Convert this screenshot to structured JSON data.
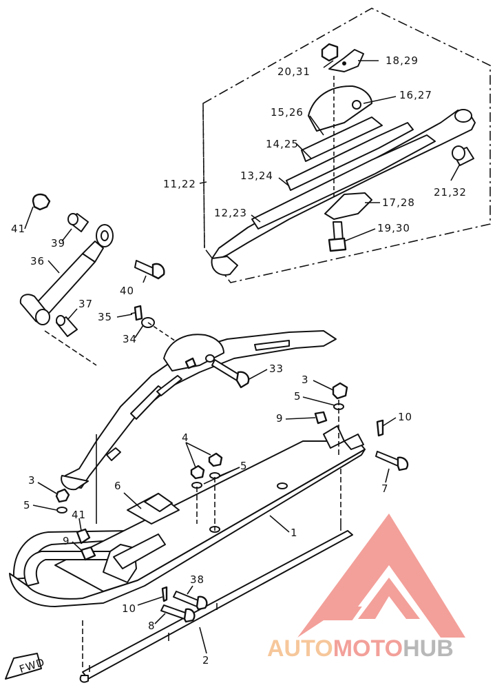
{
  "callouts": [
    "20,31",
    "18,29",
    "16,27",
    "15,26",
    "14,25",
    "11,22",
    "13,24",
    "21,32",
    "17,28",
    "12,23",
    "19,30",
    "41",
    "39",
    "36",
    "40",
    "37",
    "35",
    "34",
    "33",
    "3",
    "5",
    "9",
    "10",
    "4",
    "5",
    "7",
    "3",
    "5",
    "6",
    "1",
    "41",
    "9",
    "38",
    "10",
    "8",
    "2"
  ],
  "fwd_label": "FWD",
  "watermark": {
    "part1": "AUTO",
    "part2": "MOTO",
    "part3": "HUB"
  },
  "colors": {
    "line": "#111111",
    "watermark_red": "#f3a09a",
    "watermark_orange": "#f6c79b"
  }
}
